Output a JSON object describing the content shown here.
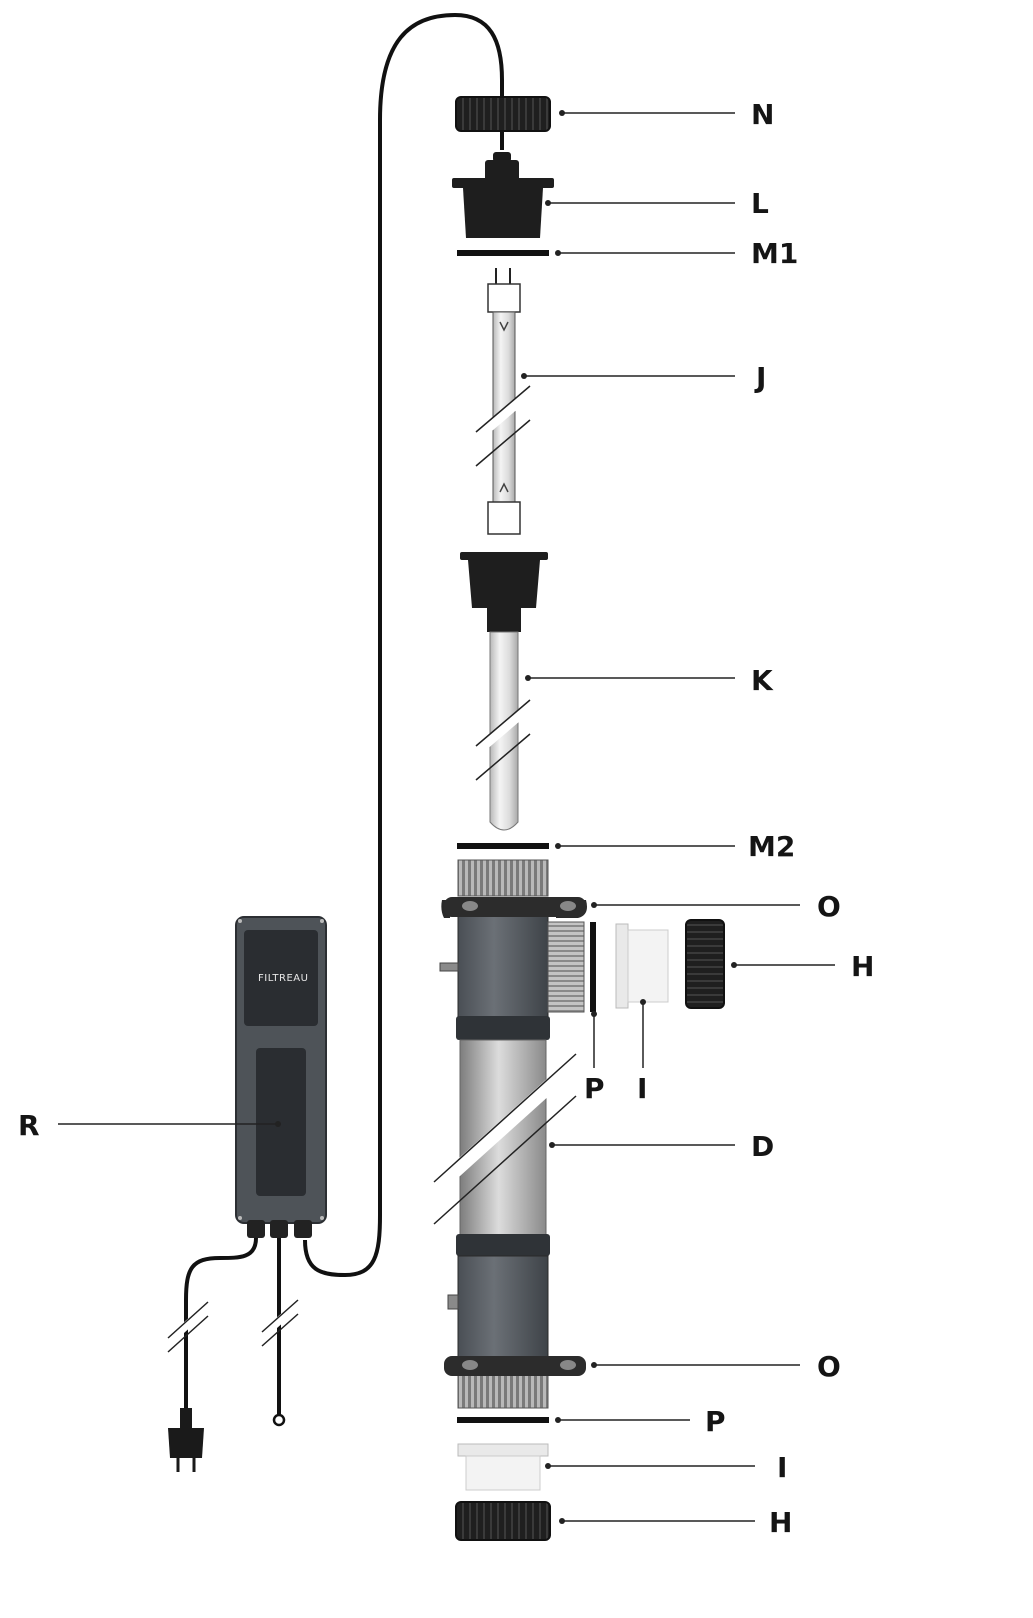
{
  "device_brand": "FILTREAU",
  "colors": {
    "ink": "#151515",
    "dark_part": "#1e1e1e",
    "housing_grey": "#555a60",
    "light_grey": "#c9c9c9",
    "white_part": "#f2f2f2"
  },
  "labels": {
    "N": "N",
    "L": "L",
    "M1": "M1",
    "J": "J",
    "K": "K",
    "M2": "M2",
    "O_top": "O",
    "H_side": "H",
    "P_side": "P",
    "I_side": "I",
    "D": "D",
    "R": "R",
    "O_bottom": "O",
    "P_bottom": "P",
    "I_bottom": "I",
    "H_bottom": "H"
  }
}
